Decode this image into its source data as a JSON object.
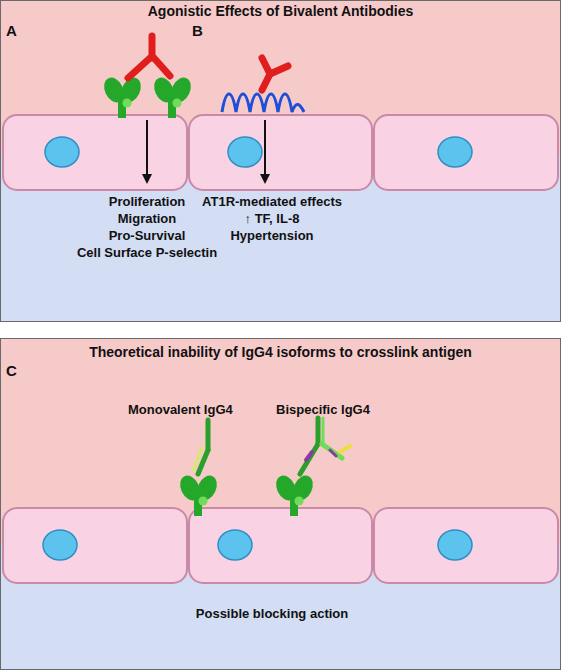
{
  "diagram": {
    "nodes": [
      {
        "text": [
          "Agonistic Effects of Bivalent Antibodies"
        ]
      },
      {
        "text": [
          "Theoretical inability of IgG4 isoforms to crosslink antigen"
        ]
      }
    ],
    "labels": [
      "A",
      "B",
      "Proliferation",
      "Migration",
      "Pro-Survival",
      "Cell Surface P-selectin",
      "AT1R-mediated effects",
      "↑ TF, IL-8",
      "Hypertension",
      "C",
      "Monovalent IgG4",
      "Bispecific IgG4",
      "Possible blocking action"
    ]
  }
}
